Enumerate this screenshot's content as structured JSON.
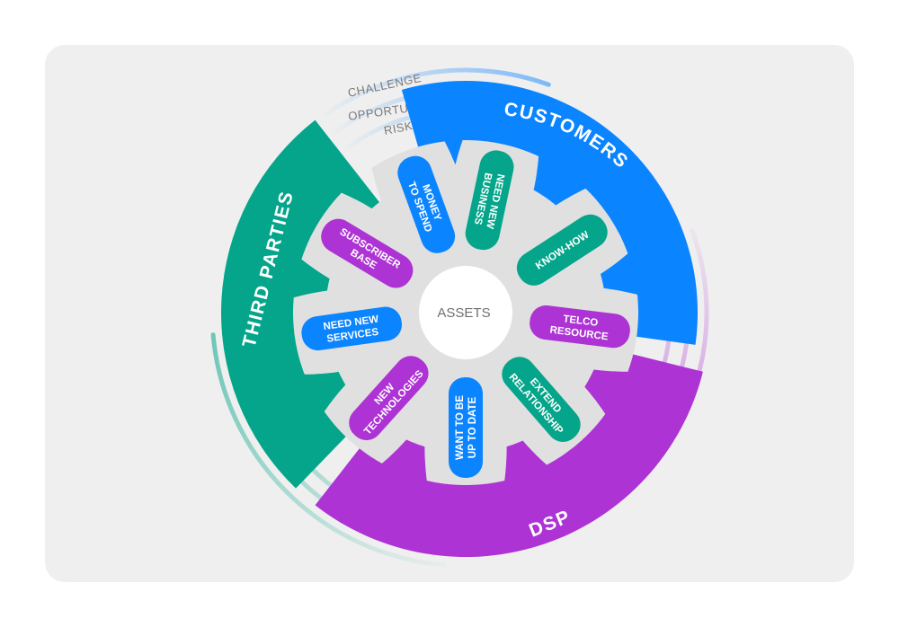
{
  "colors": {
    "customers": "#0b84ff",
    "third_parties": "#04a58a",
    "dsp": "#ad33d4",
    "gear": "#e0e0e0",
    "background": "#efefef"
  },
  "arc_labels": {
    "challenge": "CHALLENGE",
    "opportunities": "OPPORTUNITIES",
    "risks": "RISKS"
  },
  "segments": {
    "customers": "CUSTOMERS",
    "third_parties": "THIRD PARTIES",
    "dsp": "DSP"
  },
  "center": "ASSETS",
  "pills": [
    {
      "lines": [
        "MONEY",
        "TO SPEND"
      ],
      "group": "customers"
    },
    {
      "lines": [
        "NEED NEW",
        "BUSINESS"
      ],
      "group": "third_parties"
    },
    {
      "lines": [
        "KNOW-HOW"
      ],
      "group": "third_parties"
    },
    {
      "lines": [
        "TELCO",
        "RESOURCE"
      ],
      "group": "dsp"
    },
    {
      "lines": [
        "EXTEND",
        "RELATIONSHIP"
      ],
      "group": "third_parties"
    },
    {
      "lines": [
        "WANT TO BE",
        "UP TO DATE"
      ],
      "group": "customers"
    },
    {
      "lines": [
        "NEW",
        "TECHNOLOGIES"
      ],
      "group": "dsp"
    },
    {
      "lines": [
        "NEED NEW",
        "SERVICES"
      ],
      "group": "customers"
    },
    {
      "lines": [
        "SUBSCRIBER",
        "BASE"
      ],
      "group": "dsp"
    }
  ]
}
